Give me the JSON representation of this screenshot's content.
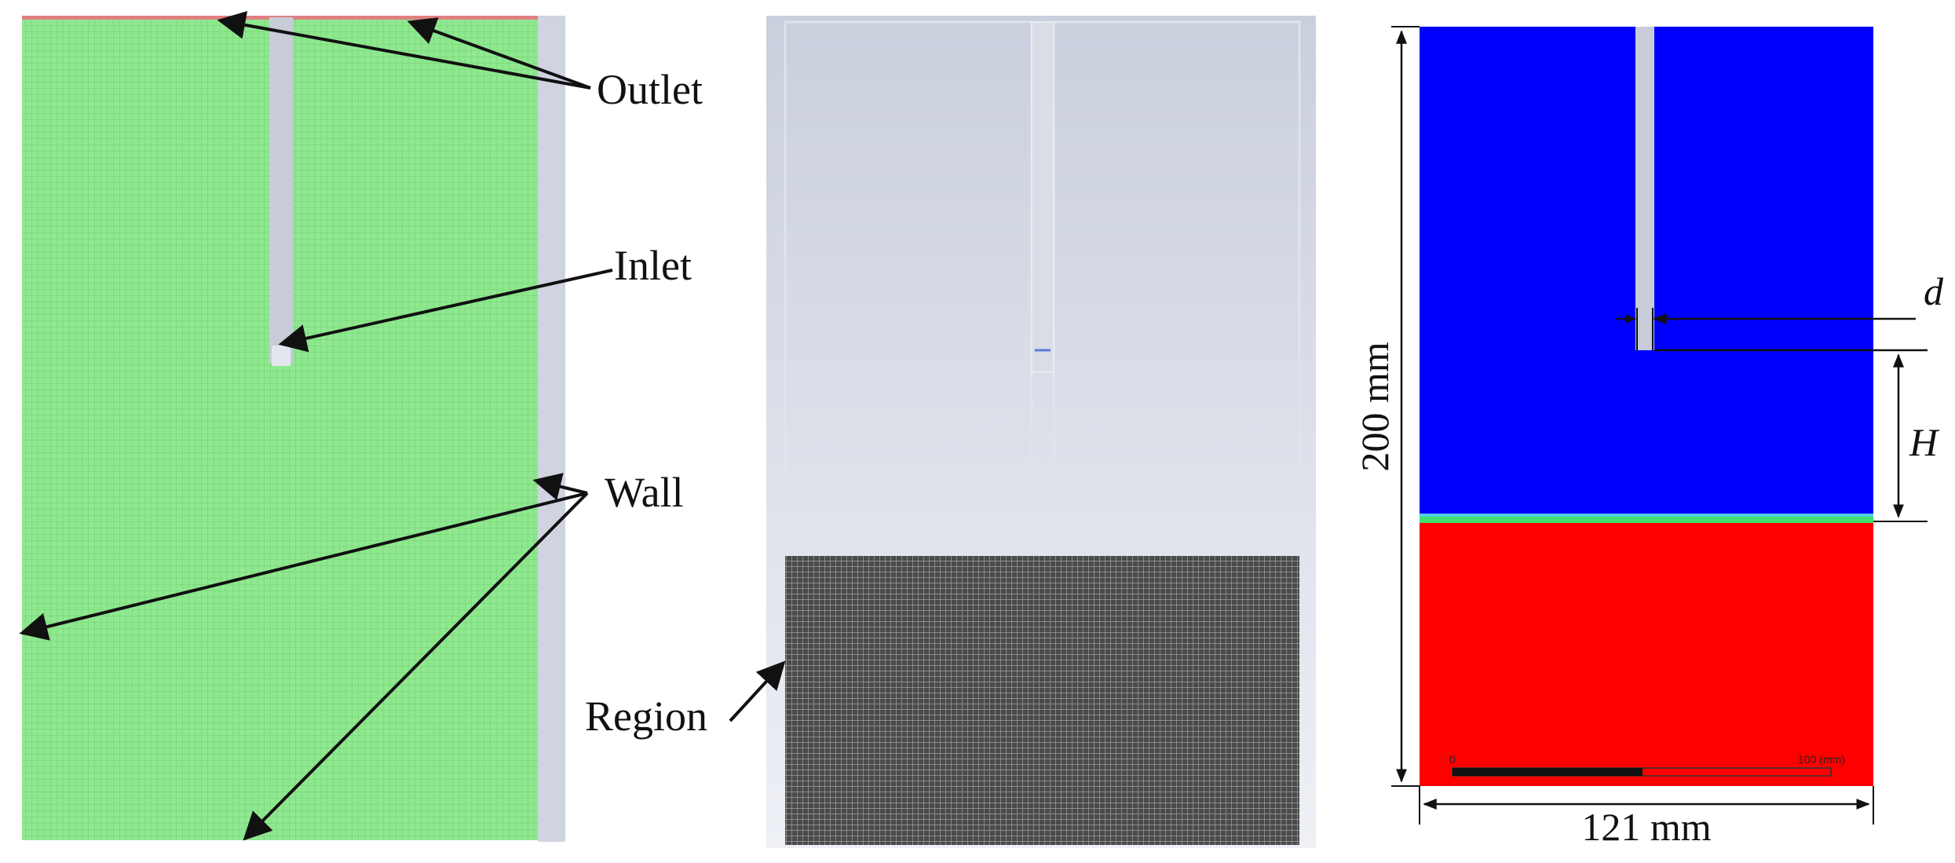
{
  "panel_a": {
    "labels": {
      "outlet": "Outlet",
      "inlet": "Inlet",
      "wall": "Wall"
    },
    "colors": {
      "mesh_fill": "#8fe88f",
      "mesh_line": "#6fd06f",
      "outlet_edge": "#e08080",
      "tube": "#c8ccd8",
      "wall_strip": "#d0d4e0"
    }
  },
  "panel_b": {
    "labels": {
      "region": "Region"
    },
    "colors": {
      "domain_top": "#c9cfdc",
      "domain_bottom": "#eef0f6",
      "mesh_fill": "#505050",
      "mesh_line": "#9a9a9a"
    }
  },
  "panel_c": {
    "labels": {
      "height": "200 mm",
      "width": "121 mm",
      "d": "d",
      "H": "H",
      "scale_start": "0",
      "scale_end": "100 (mm)"
    },
    "colors": {
      "air": "#0000ff",
      "liquid": "#ff0000",
      "interface": "#40e070",
      "nozzle": "#c8ccd8"
    }
  }
}
